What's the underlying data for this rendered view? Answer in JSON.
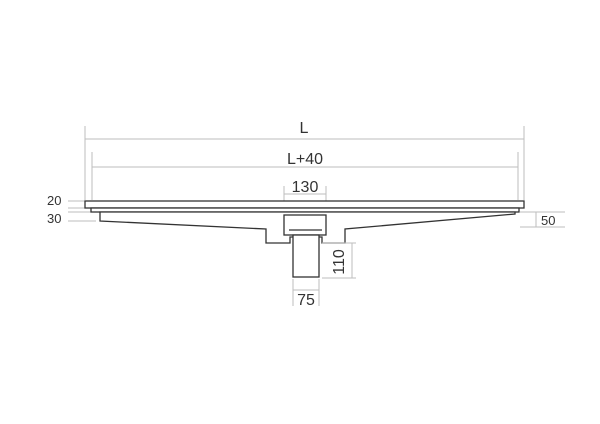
{
  "labels": {
    "overall_length": "L",
    "inner_length": "L+40",
    "outlet_width": "130",
    "top_thickness": "20",
    "lip_thickness": "30",
    "edge_height": "50",
    "outlet_height": "110",
    "pipe_diameter": "75"
  },
  "colors": {
    "outline": "#333333",
    "dimension_lines": "#bdbdbd",
    "background": "#ffffff"
  }
}
